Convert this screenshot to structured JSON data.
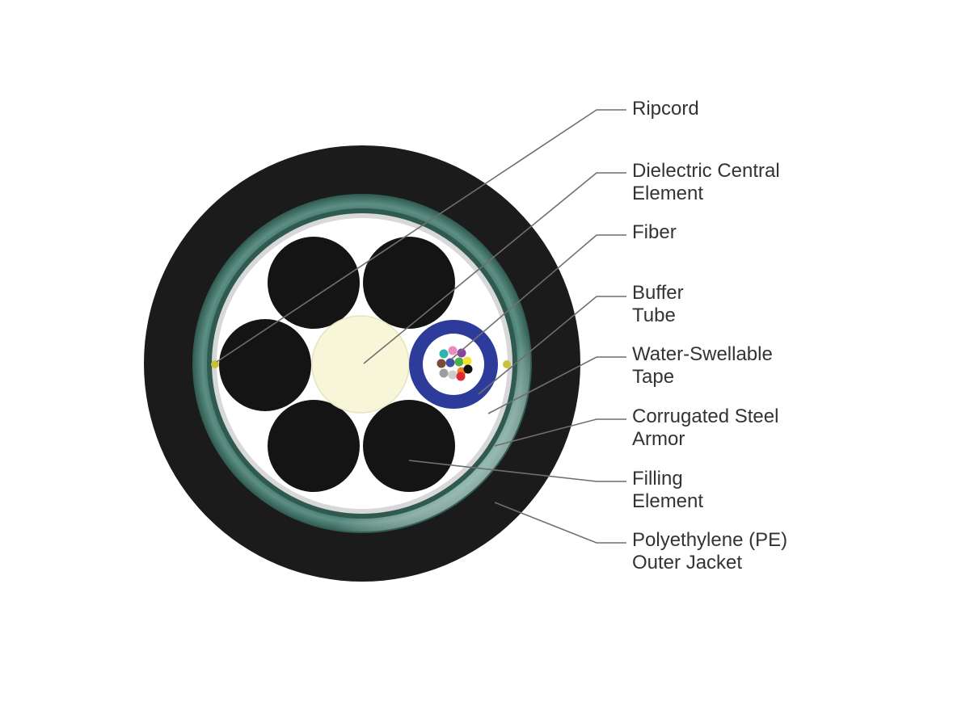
{
  "diagram": {
    "labels": {
      "ripcord": {
        "lines": [
          "Ripcord"
        ]
      },
      "central_element": {
        "lines": [
          "Dielectric Central",
          "Element"
        ]
      },
      "fiber": {
        "lines": [
          "Fiber"
        ]
      },
      "buffer_tube": {
        "lines": [
          "Buffer",
          "Tube"
        ]
      },
      "water_tape": {
        "lines": [
          "Water-Swellable",
          "Tape"
        ]
      },
      "steel_armor": {
        "lines": [
          "Corrugated Steel",
          "Armor"
        ]
      },
      "filling_element": {
        "lines": [
          "Filling",
          "Element"
        ]
      },
      "outer_jacket": {
        "lines": [
          "Polyethylene (PE)",
          "Outer Jacket"
        ]
      }
    },
    "colors": {
      "jacket": "#1b1b1b",
      "armor": "#4f7d72",
      "armor_edge": "#2f5a50",
      "tape": "#d8d8d8",
      "core_bg": "#ffffff",
      "filler": "#141414",
      "central_element": "#f8f6d8",
      "buffer_tube": "#2d3c9a",
      "ripcord": "#c8c23a"
    },
    "fiber_colors": [
      "#2fb3b0",
      "#e98ac2",
      "#8a3fa1",
      "#7a4b35",
      "#3d4fa8",
      "#4caf50",
      "#f2e23a",
      "#9e9e9e",
      "#cccccc",
      "#f07f2a",
      "#111111",
      "#e0282e"
    ]
  }
}
